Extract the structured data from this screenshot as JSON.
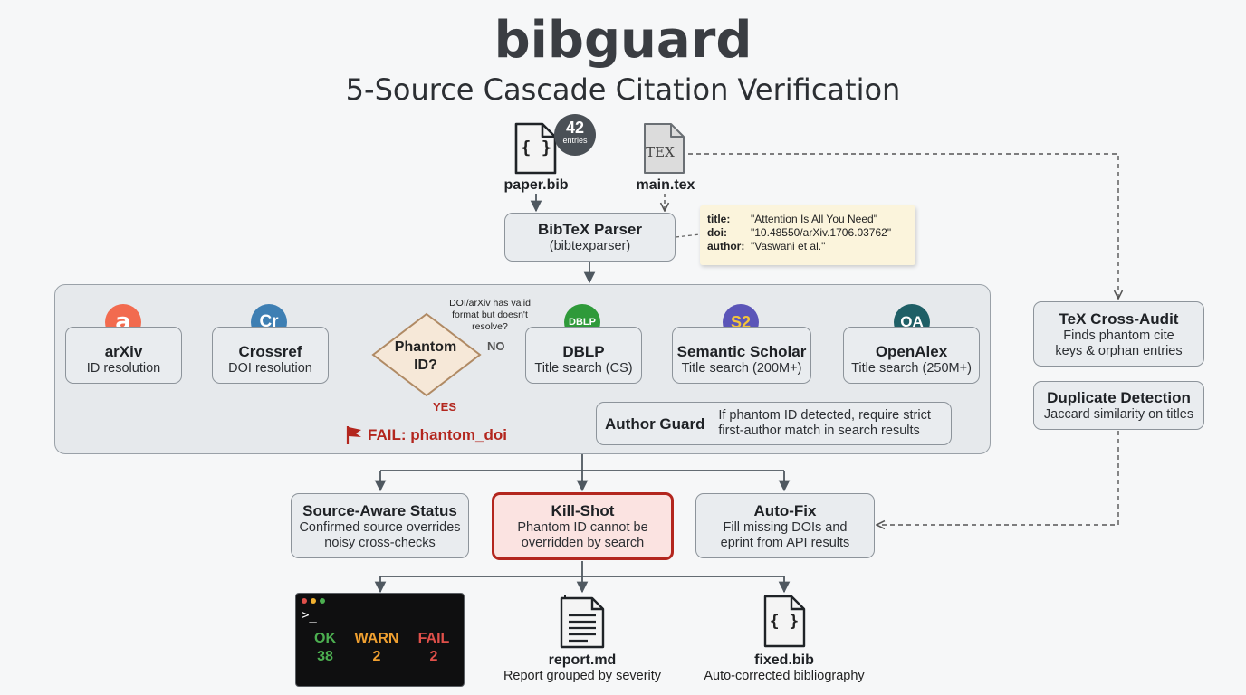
{
  "header": {
    "title": "bibguard",
    "subtitle": "5-Source Cascade Citation Verification"
  },
  "inputs": {
    "bib_file": "paper.bib",
    "bib_badge_count": "42",
    "bib_badge_unit": "entries",
    "tex_file": "main.tex",
    "tex_glyph": "TEX",
    "bib_glyph": "{ }"
  },
  "parser": {
    "title": "BibTeX Parser",
    "subtitle": "(bibtexparser)"
  },
  "example_note": {
    "title_key": "title:",
    "title_val": "\"Attention Is All You Need\"",
    "doi_key": "doi:",
    "doi_val": "\"10.48550/arXiv.1706.03762\"",
    "author_key": "author:",
    "author_val": "\"Vaswani et al.\""
  },
  "sources": [
    {
      "icon": "arxiv-icon",
      "glyph": "a",
      "title": "arXiv",
      "subtitle": "ID resolution",
      "color": "#f26b4f"
    },
    {
      "icon": "crossref-icon",
      "glyph": "Cr",
      "title": "Crossref",
      "subtitle": "DOI resolution",
      "color": "#3e7fb3"
    },
    {
      "icon": "dblp-icon",
      "glyph": "DBLP",
      "title": "DBLP",
      "subtitle": "Title search (CS)",
      "color": "#2f9a3a"
    },
    {
      "icon": "semantic-scholar-icon",
      "glyph": "S2",
      "title": "Semantic Scholar",
      "subtitle": "Title search (200M+)",
      "color": "#5b55b8"
    },
    {
      "icon": "openalex-icon",
      "glyph": "OA",
      "title": "OpenAlex",
      "subtitle": "Title search (250M+)",
      "color": "#1f5f66"
    }
  ],
  "decision": {
    "label_line1": "Phantom",
    "label_line2": "ID?",
    "question": "DOI/arXiv has valid format but doesn't resolve?",
    "no_label": "NO",
    "yes_label": "YES",
    "fail_label": "FAIL: phantom_doi"
  },
  "author_guard": {
    "title": "Author Guard",
    "desc": "If phantom ID detected, require strict first-author match in search results"
  },
  "side_checks": [
    {
      "title": "TeX Cross-Audit",
      "desc": "Finds phantom cite keys & orphan entries"
    },
    {
      "title": "Duplicate Detection",
      "desc": "Jaccard similarity on titles"
    }
  ],
  "policies": [
    {
      "title": "Source-Aware Status",
      "desc": "Confirmed source overrides noisy cross-checks"
    },
    {
      "title": "Kill-Shot",
      "desc": "Phantom ID cannot be overridden by search"
    },
    {
      "title": "Auto-Fix",
      "desc": "Fill missing DOIs and eprint from API results"
    }
  ],
  "terminal": {
    "prompt": ">_",
    "ok_label": "OK",
    "ok_value": "38",
    "ok_color": "#4caf50",
    "warn_label": "WARN",
    "warn_value": "2",
    "warn_color": "#f0a030",
    "fail_label": "FAIL",
    "fail_value": "2",
    "fail_color": "#e0504a"
  },
  "outputs": [
    {
      "title": "report.md",
      "desc": "Report grouped by severity"
    },
    {
      "title": "fixed.bib",
      "desc": "Auto-corrected bibliography",
      "glyph": "{ }"
    }
  ],
  "colors": {
    "fail_red": "#b3261e",
    "arrow": "#4f5860",
    "killshot_bg": "#fbe3e1"
  }
}
